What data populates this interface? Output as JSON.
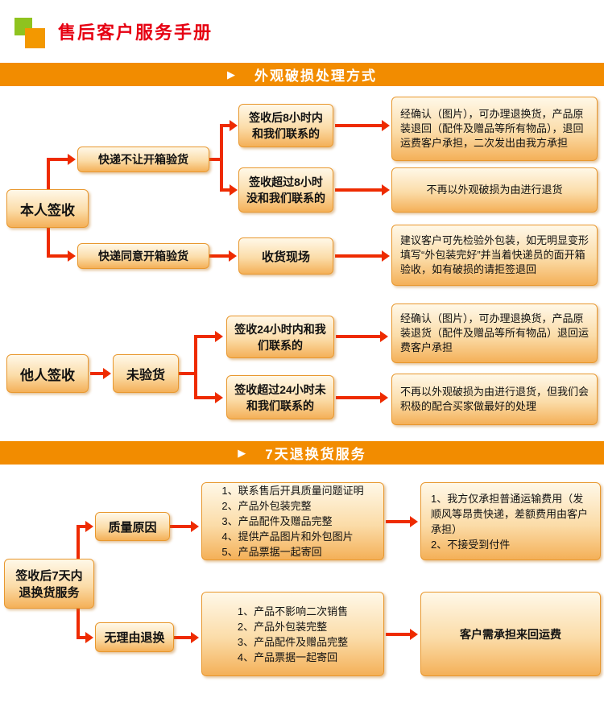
{
  "header": {
    "title": "售后客户服务手册"
  },
  "colors": {
    "accent_orange": "#F28C00",
    "title_red": "#E60012",
    "arrow_red": "#EE2B00",
    "box_border_orange": "#E8982F",
    "logo_green": "#8FC31F",
    "logo_orange": "#F39800"
  },
  "banners": {
    "marker": "▶",
    "section1": "外观破损处理方式",
    "section2": "7天退换货服务"
  },
  "flow1": {
    "self_sign": "本人签收",
    "courier_no_open": "快递不让开箱验货",
    "courier_agree_open": "快递同意开箱验货",
    "contact_within_8h": "签收后8小时内和我们联系的",
    "contact_over_8h": "签收超过8小时没和我们联系的",
    "receiving_site": "收货现场",
    "result_exchange_8h": "经确认（图片），可办理退换货，产品原装退回（配件及赠品等所有物品），退回运费客户承担，二次发出由我方承担",
    "result_no_return_8h": "不再以外观破损为由进行退货",
    "result_inspect_advice": "建议客户可先检验外包装，如无明显变形填写“外包装完好”并当着快递员的面开箱验收，如有破损的请拒签退回",
    "others_sign": "他人签收",
    "not_inspected": "未验货",
    "contact_within_24h": "签收24小时内和我们联系的",
    "contact_over_24h": "签收超过24小时未和我们联系的",
    "result_exchange_24h": "经确认（图片），可办理退换货，产品原装退货（配件及赠品等所有物品）退回运费客户承担",
    "result_no_return_24h": "不再以外观破损为由进行退货，但我们会积极的配合买家做最好的处理"
  },
  "flow2": {
    "seven_day_service": "签收后7天内退换货服务",
    "quality_reason": "质量原因",
    "no_reason_return": "无理由退换",
    "quality_conditions": [
      "1、联系售后开具质量问题证明",
      "2、产品外包装完整",
      "3、产品配件及赠品完整",
      "4、提供产品图片和外包图片",
      "5、产品票据一起寄回"
    ],
    "quality_shipping_policy": [
      "1、我方仅承担普通运输费用（发顺风等昂贵快递，差额费用由客户承担）",
      "2、不接受到付件"
    ],
    "no_reason_conditions": [
      "1、产品不影响二次销售",
      "2、产品外包装完整",
      "3、产品配件及赠品完整",
      "4、产品票据一起寄回"
    ],
    "no_reason_shipping_policy": "客户需承担来回运费"
  }
}
